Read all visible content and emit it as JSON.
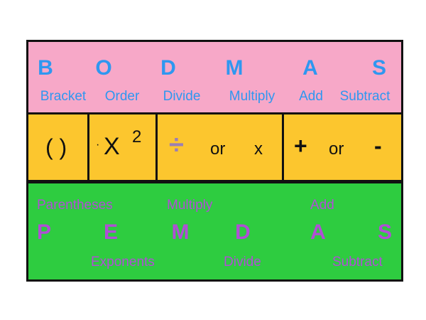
{
  "bodmas": {
    "letters": [
      "B",
      "O",
      "D",
      "M",
      "A",
      "S"
    ],
    "words": [
      "Bracket",
      "Order",
      "Divide",
      "Multiply",
      "Add",
      "Subtract"
    ],
    "color": "#2f97f0"
  },
  "operators": {
    "brackets": "( )",
    "dot": "·",
    "x": "X",
    "exponent": "2",
    "divide_sign": "÷",
    "or1": "or",
    "times": "x",
    "plus": "+",
    "or2": "or",
    "minus": "-"
  },
  "pemdas": {
    "letters": [
      "P",
      "E",
      "M",
      "D",
      "A",
      "S"
    ],
    "top_words": [
      "Parentheses",
      "Multiply",
      "Add"
    ],
    "bottom_words": [
      "Exponents",
      "Divide",
      "Subtract"
    ],
    "color": "#b04ed6"
  },
  "colors": {
    "pink_band": "#f7a8c8",
    "yellow_band": "#fcc62e",
    "green_band": "#2ecc40"
  }
}
